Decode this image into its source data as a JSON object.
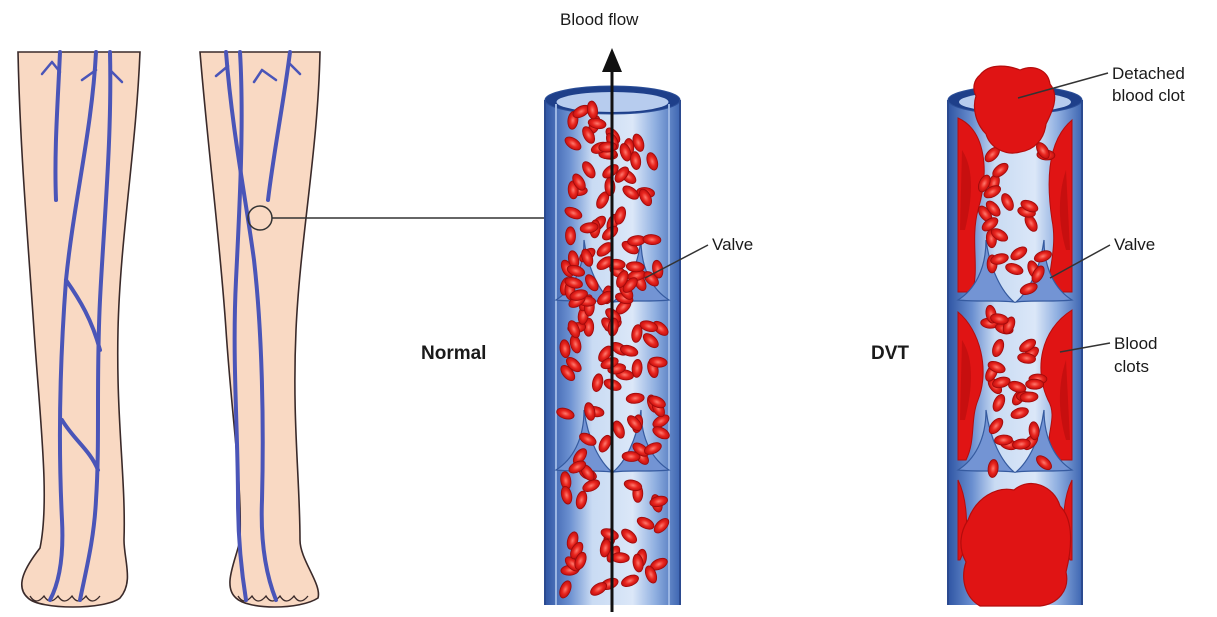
{
  "labels": {
    "blood_flow": "Blood flow",
    "normal": "Normal",
    "dvt": "DVT",
    "valve_normal": "Valve",
    "valve_dvt": "Valve",
    "detached_line1": "Detached",
    "detached_line2": "blood clot",
    "clots_line1": "Blood",
    "clots_line2": "clots"
  },
  "colors": {
    "skin": "#f9d9c3",
    "vein": "#4a55b8",
    "vessel_light": "#c8daf2",
    "vessel_dark": "#3f68b3",
    "blood_cell": "#e11b1b",
    "clot": "#e01414"
  }
}
